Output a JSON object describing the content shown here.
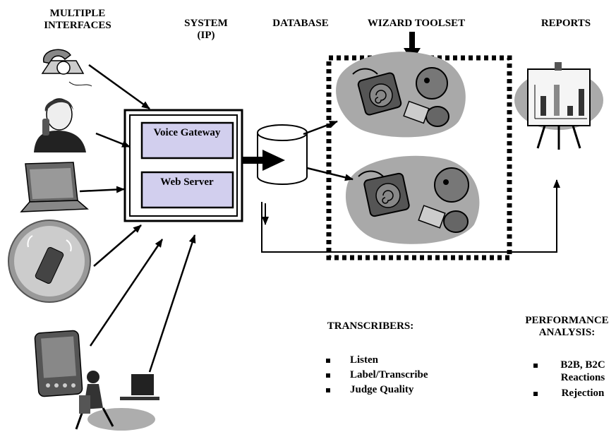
{
  "columns": {
    "interfaces": "MULTIPLE INTERFACES",
    "system": "SYSTEM (IP)",
    "database": "DATABASE",
    "wizard_toolset": "WIZARD TOOLSET",
    "reports": "REPORTS"
  },
  "system_box": {
    "voice_gateway": "Voice Gateway",
    "web_server": "Web Server"
  },
  "transcribers": {
    "title": "TRANSCRIBERS:",
    "items": [
      "Listen",
      "Label/Transcribe",
      "Judge Quality"
    ]
  },
  "performance": {
    "title": "PERFORMANCE ANALYSIS:",
    "items": [
      "B2B, B2C Reactions",
      "Rejection"
    ]
  },
  "icons": {
    "interfaces": [
      "telephone-icon",
      "person-on-phone-icon",
      "laptop-icon",
      "cellphone-icon",
      "pda-icon",
      "desktop-user-icon"
    ],
    "database": "database-cylinder-icon",
    "wizards": [
      "wizard-operator-icon",
      "wizard-operator-icon"
    ],
    "reports": "report-chart-easel-icon"
  },
  "colors": {
    "gateway_fill": "#d2cfee",
    "blob_gray": "#a9a9a9",
    "line": "#000000"
  }
}
